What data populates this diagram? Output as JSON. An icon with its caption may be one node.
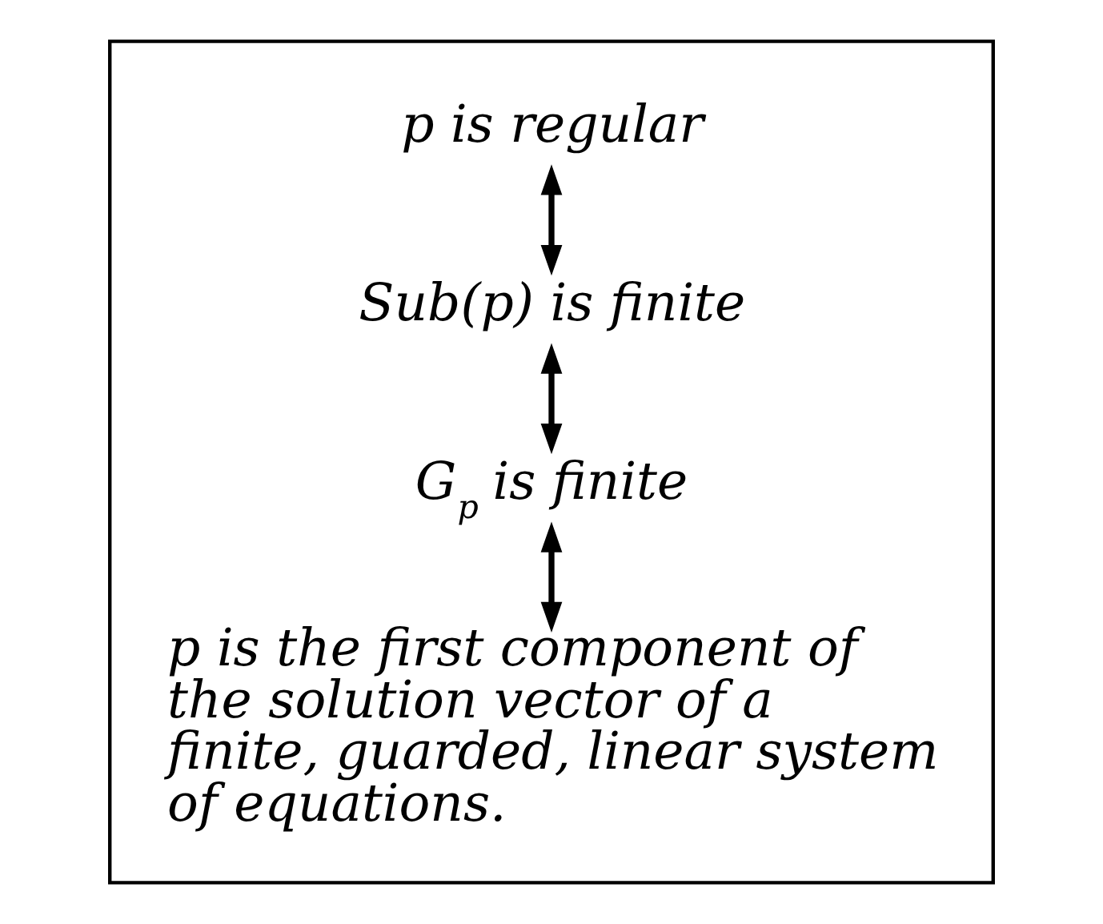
{
  "diagram": {
    "nodes": [
      {
        "text": [],
        "shape": "box"
      },
      {
        "text": [
          "p is regular"
        ],
        "in": 0
      },
      {
        "text": [
          "Sub(p) is finite"
        ],
        "in": 0
      },
      {
        "text": [
          "G$_{p}$ is finite"
        ],
        "in": 0
      },
      {
        "text": [
          "p is the first component of the solution vector of a finite, guarded, linear system of equations."
        ],
        "in": 0
      }
    ],
    "edges": [
      {
        "from": 1,
        "to": 2,
        "arrow": "both"
      },
      {
        "from": 2,
        "to": 3,
        "arrow": "both"
      },
      {
        "from": 3,
        "to": 4,
        "arrow": "both"
      }
    ]
  }
}
